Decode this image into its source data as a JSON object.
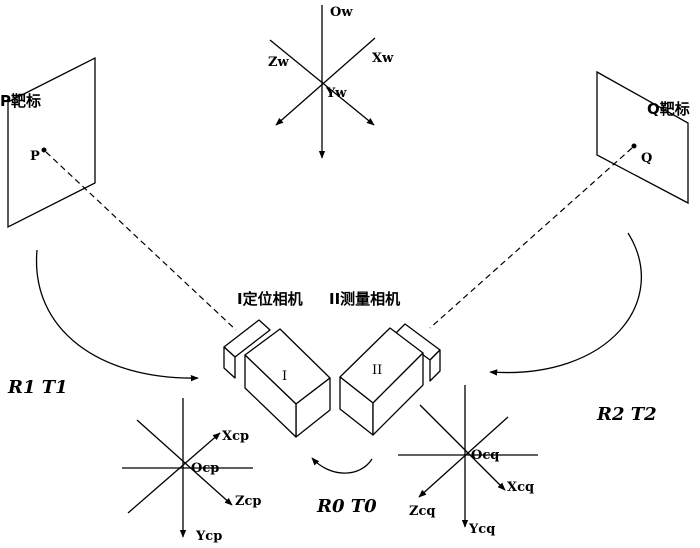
{
  "world_frame": {
    "origin": "Ow",
    "x": "Xw",
    "y": "Yw",
    "z": "Zw"
  },
  "targets": {
    "p": {
      "title": "P靶标",
      "point": "P"
    },
    "q": {
      "title": "Q靶标",
      "point": "Q"
    }
  },
  "cameras": {
    "positioning": {
      "title": "I定位相机",
      "roman": "I"
    },
    "measuring": {
      "title": "II测量相机",
      "roman": "II"
    }
  },
  "transforms": {
    "left": "R1 T1",
    "right": "R2 T2",
    "bottom": "R0 T0"
  },
  "cp_frame": {
    "origin": "Ocp",
    "x": "Xcp",
    "y": "Ycp",
    "z": "Zcp"
  },
  "cq_frame": {
    "origin": "Ocq",
    "x": "Xcq",
    "y": "Ycq",
    "z": "Zcq"
  },
  "colors": {
    "line": "#000000",
    "background": "#ffffff"
  }
}
